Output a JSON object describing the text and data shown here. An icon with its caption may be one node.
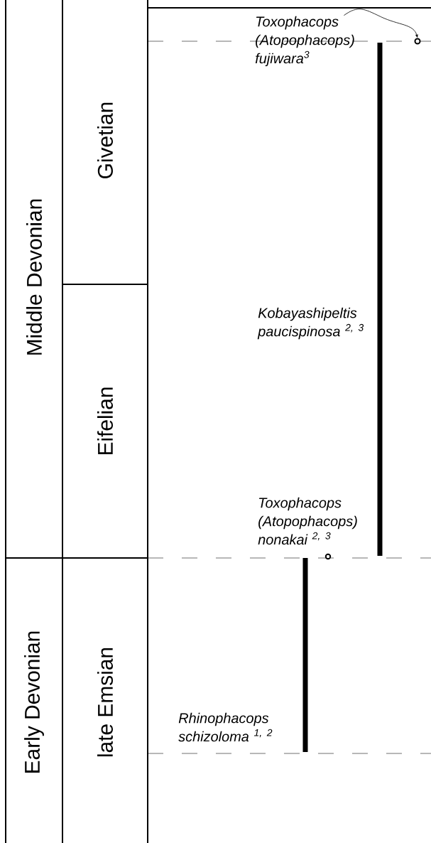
{
  "diagram": {
    "nodes": [
      {
        "text": [
          "Middle Devonian"
        ]
      },
      {
        "text": [
          "Early Devonian"
        ]
      },
      {
        "text": [
          "Givetian"
        ]
      },
      {
        "text": [
          "Eifelian"
        ]
      },
      {
        "text": [
          "late Emsian"
        ]
      },
      {
        "text": [
          "Toxophacops (Atopophacops) fujiwara$^{3}$"
        ]
      },
      {
        "text": [],
        "shape": "circle"
      }
    ],
    "edges": [
      {
        "from": 5,
        "to": 6,
        "arrow": "to"
      }
    ],
    "labels": [
      "Kobayashipeltis paucispinosa $^{2, 3}$",
      "Toxophacops (Atopophacops) nonakai $^{2, 3}$",
      "Rhinophacops schizoloma $^{1, 2}$"
    ]
  }
}
